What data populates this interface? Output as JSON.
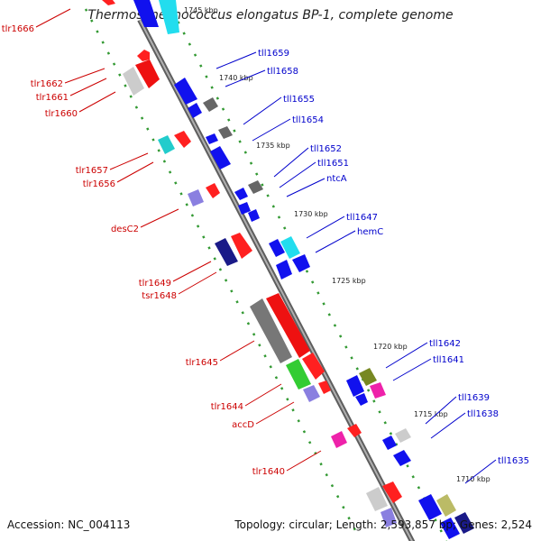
{
  "title": "Thermosynechococcus elongatus BP-1, complete genome",
  "footer": {
    "accession": "Accession: NC_004113",
    "summary": "Topology: circular; Length: 2,593,857 bp; Genes: 2,524"
  },
  "colors": {
    "forward_label": "#cc0000",
    "reverse_label": "#0000cc",
    "backbone": "#8a8a8a",
    "dotted_ring": "#339933"
  },
  "kbp_marks": [
    "1745 kbp",
    "1740 kbp",
    "1735 kbp",
    "1730 kbp",
    "1725 kbp",
    "1720 kbp",
    "1715 kbp",
    "1710 kbp"
  ],
  "left_labels": [
    "tlr1666",
    "tlr1662",
    "tlr1661",
    "tlr1660",
    "tlr1657",
    "tlr1656",
    "desC2",
    "tlr1649",
    "tsr1648",
    "tlr1645",
    "tlr1644",
    "accD",
    "tlr1640"
  ],
  "right_labels": [
    "tll1659",
    "tll1658",
    "tll1655",
    "tll1654",
    "tll1652",
    "tll1651",
    "ntcA",
    "tll1647",
    "hemC",
    "tll1642",
    "tll1641",
    "tll1639",
    "tll1638",
    "tll1635"
  ]
}
